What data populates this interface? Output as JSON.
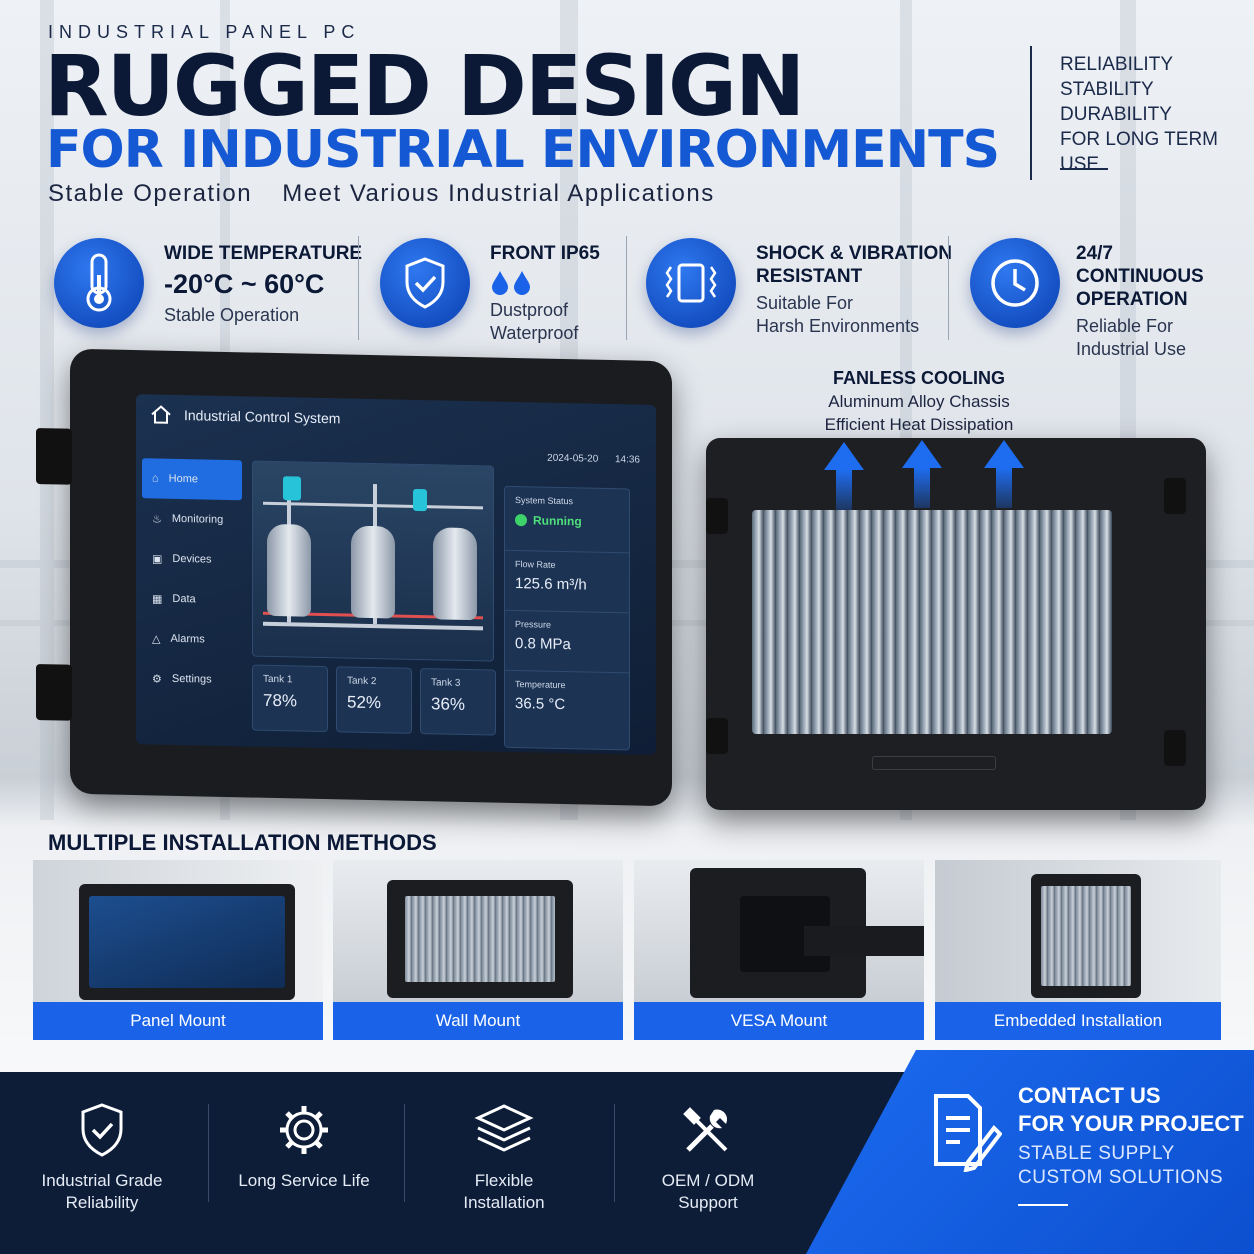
{
  "header": {
    "eyebrow": "INDUSTRIAL PANEL PC",
    "title_line1": "RUGGED DESIGN",
    "title_line2": "FOR INDUSTRIAL ENVIRONMENTS",
    "subtitle_a": "Stable Operation",
    "subtitle_b": "Meet Various Industrial Applications"
  },
  "side_list": [
    "RELIABILITY",
    "STABILITY",
    "DURABILITY",
    "FOR LONG TERM USE"
  ],
  "features": [
    {
      "icon": "thermometer-icon",
      "title": "WIDE TEMPERATURE",
      "big": "-20°C ~ 60°C",
      "lines": [
        "Stable Operation"
      ]
    },
    {
      "icon": "shield-check-icon",
      "title": "FRONT IP65",
      "big": "",
      "lines": [
        "Dustproof",
        "Waterproof"
      ]
    },
    {
      "icon": "vibration-icon",
      "title": "SHOCK & VIBRATION",
      "title2": "RESISTANT",
      "lines": [
        "Suitable For",
        "Harsh Environments"
      ]
    },
    {
      "icon": "clock-icon",
      "title": "24/7",
      "title2": "CONTINUOUS",
      "title3": "OPERATION",
      "lines": [
        "Reliable For",
        "Industrial Use"
      ]
    }
  ],
  "screen": {
    "title": "Industrial Control System",
    "date": "2024-05-20",
    "time": "14:36",
    "nav": [
      "Home",
      "Monitoring",
      "Devices",
      "Data",
      "Alarms",
      "Settings"
    ],
    "tanks": [
      {
        "label": "Tank 1",
        "value": "78%"
      },
      {
        "label": "Tank 2",
        "value": "52%"
      },
      {
        "label": "Tank 3",
        "value": "36%"
      }
    ],
    "status_label": "System Status",
    "status_value": "Running",
    "metrics": [
      {
        "label": "Flow Rate",
        "value": "125.6 m³/h"
      },
      {
        "label": "Pressure",
        "value": "0.8 MPa"
      },
      {
        "label": "Temperature",
        "value": "36.5 °C"
      }
    ]
  },
  "fanless": {
    "title": "FANLESS COOLING",
    "line1": "Aluminum Alloy Chassis",
    "line2": "Efficient Heat Dissipation"
  },
  "installation": {
    "title": "MULTIPLE INSTALLATION METHODS",
    "methods": [
      "Panel Mount",
      "Wall Mount",
      "VESA Mount",
      "Embedded Installation"
    ]
  },
  "footer": {
    "items": [
      {
        "icon": "shield-check-icon",
        "line1": "Industrial Grade",
        "line2": "Reliability"
      },
      {
        "icon": "gear-icon",
        "line1": "Long Service Life",
        "line2": ""
      },
      {
        "icon": "layers-icon",
        "line1": "Flexible",
        "line2": "Installation"
      },
      {
        "icon": "tools-icon",
        "line1": "OEM / ODM",
        "line2": "Support"
      }
    ],
    "contact_h1": "CONTACT US",
    "contact_h2": "FOR YOUR PROJECT",
    "contact_p1": "STABLE SUPPLY",
    "contact_p2": "CUSTOM SOLUTIONS"
  },
  "colors": {
    "accent": "#1458d4",
    "navy": "#0b1836",
    "footer": "#0d1d38"
  }
}
